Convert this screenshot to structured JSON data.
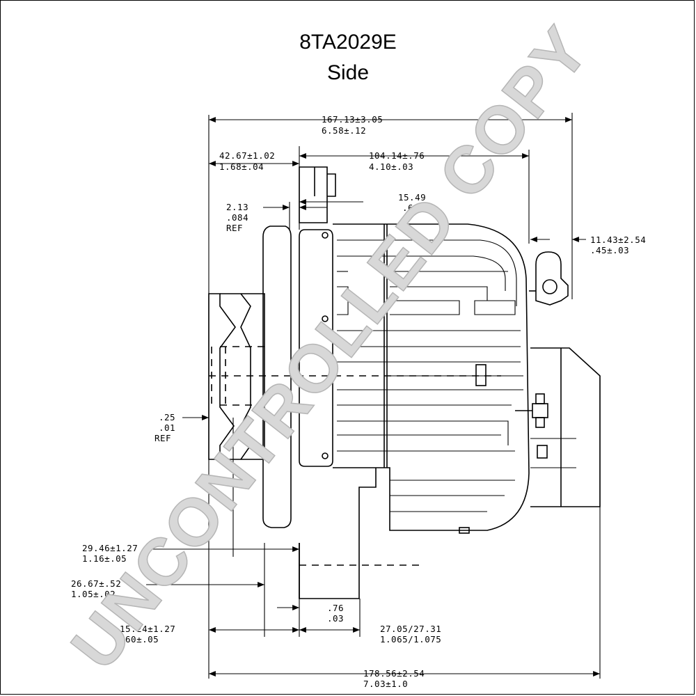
{
  "drawing": {
    "title": "8TA2029E",
    "subtitle": "Side",
    "watermark": "UNCONTROLLED COPY"
  },
  "dimensions": [
    {
      "id": "overall-top",
      "line1": "167.13±3.05",
      "line2": "6.58±.12"
    },
    {
      "id": "flange-offset",
      "line1": "42.67±1.02",
      "line2": "1.68±.04"
    },
    {
      "id": "body-length",
      "line1": "104.14±.76",
      "line2": "4.10±.03"
    },
    {
      "id": "mount-thickness",
      "line1": "15.49",
      "line2": ".61"
    },
    {
      "id": "pulley-gap",
      "line1": "2.13",
      "line2": ".084",
      "line3": "REF"
    },
    {
      "id": "terminal-offset",
      "line1": "11.43±2.54",
      "line2": ".45±.03"
    },
    {
      "id": "pulley-edge",
      "line1": ".25",
      "line2": ".01",
      "line3": "REF"
    },
    {
      "id": "foot-offset-1",
      "line1": "29.46±1.27",
      "line2": "1.16±.05"
    },
    {
      "id": "foot-offset-2",
      "line1": "26.67±.52",
      "line2": "1.05±.02"
    },
    {
      "id": "foot-offset-3",
      "line1": "15.24±1.27",
      "line2": ".60±.05"
    },
    {
      "id": "foot-thickness",
      "line1": ".76",
      "line2": ".03"
    },
    {
      "id": "foot-width",
      "line1": "27.05/27.31",
      "line2": "1.065/1.075"
    },
    {
      "id": "overall-bottom",
      "line1": "178.56±2.54",
      "line2": "7.03±1.0"
    }
  ]
}
